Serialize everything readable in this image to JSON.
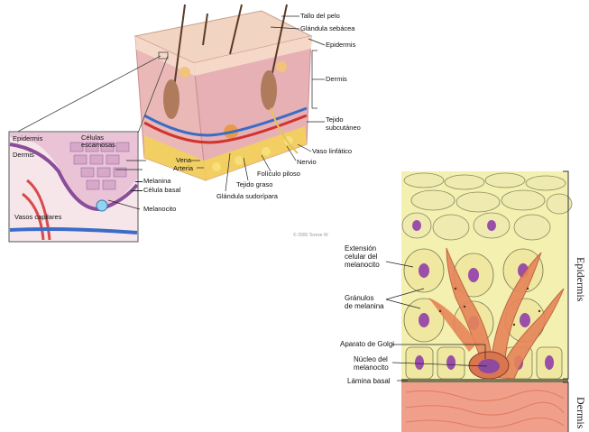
{
  "diagram1": {
    "labels": {
      "tallo": "Tallo del pelo",
      "glandula_sebacea": "Glándula sebácea",
      "epidermis": "Epidermis",
      "dermis": "Dermis",
      "tejido_subcutaneo": "Tejido\nsubcutáneo",
      "vaso_linfatico": "Vaso linfático",
      "nervio": "Nervio",
      "foliculo": "Folículo piloso",
      "tejido_graso": "Tejido graso",
      "glandula_sudoripara": "Glándula sudorípara",
      "vena": "Vena",
      "arteria": "Arteria",
      "copyright": "© 2006 Terese W"
    },
    "inset": {
      "epidermis": "Epidermis",
      "dermis": "Dermis",
      "celulas": "Células\nescamosas",
      "melanina": "Melanina",
      "celula_basal": "Célula basal",
      "melanocito": "Melanocito",
      "vasos": "Vasos capilares"
    }
  },
  "diagram2": {
    "labels": {
      "extension": "Extensión\ncelular del\nmelanocito",
      "granulos": "Gránulos\nde melanina",
      "golgi": "Aparato de Golgi",
      "nucleo": "Núcleo del\nmelanocito",
      "lamina": "Lámina basal",
      "epidermis_side": "Epidermis",
      "dermis_side": "Dermis"
    }
  }
}
